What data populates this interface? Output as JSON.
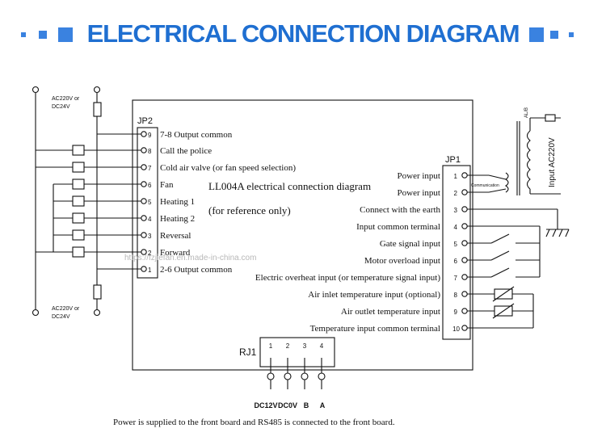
{
  "header": {
    "title": "ELECTRICAL CONNECTION DIAGRAM",
    "accent_color": "#1f6fd1"
  },
  "diagram": {
    "board_title": "LL004A electrical connection diagram",
    "board_note": "(for reference only)",
    "watermark": "https://fzjiefan.en.made-in-china.com",
    "jp2": {
      "label": "JP2",
      "pins": [
        {
          "num": "9",
          "text": "7-8 Output common"
        },
        {
          "num": "8",
          "text": "Call the police"
        },
        {
          "num": "7",
          "text": "Cold air valve (or fan speed selection)"
        },
        {
          "num": "6",
          "text": "Fan"
        },
        {
          "num": "5",
          "text": "Heating 1"
        },
        {
          "num": "4",
          "text": "Heating 2"
        },
        {
          "num": "3",
          "text": "Reversal"
        },
        {
          "num": "2",
          "text": "Forward"
        },
        {
          "num": "1",
          "text": "2-6 Output common"
        }
      ]
    },
    "jp1": {
      "label": "JP1",
      "pins": [
        {
          "num": "1",
          "text": "Power input"
        },
        {
          "num": "2",
          "text": "Power input"
        },
        {
          "num": "3",
          "text": "Connect with the earth"
        },
        {
          "num": "4",
          "text": "Input common terminal"
        },
        {
          "num": "5",
          "text": "Gate signal input"
        },
        {
          "num": "6",
          "text": "Motor overload input"
        },
        {
          "num": "7",
          "text": "Electric overheat input (or temperature signal input)"
        },
        {
          "num": "8",
          "text": "Air inlet temperature input (optional)"
        },
        {
          "num": "9",
          "text": "Air outlet temperature input"
        },
        {
          "num": "10",
          "text": "Temperature input common terminal"
        }
      ]
    },
    "rj1": {
      "label": "RJ1",
      "pins": [
        {
          "num": "1",
          "signal": "DC12V"
        },
        {
          "num": "2",
          "signal": "DC0V"
        },
        {
          "num": "3",
          "signal": "B"
        },
        {
          "num": "4",
          "signal": "A"
        }
      ]
    },
    "supply_top": [
      "AC220V or",
      "DC24V"
    ],
    "supply_bottom": [
      "AC220V or",
      "DC24V"
    ],
    "transformer": {
      "primary": "Input AC220V",
      "secondary_label": "Communication",
      "top_tag": "AL/B"
    },
    "footer_note": "Power is supplied to the front board and RS485 is connected to the front board."
  }
}
